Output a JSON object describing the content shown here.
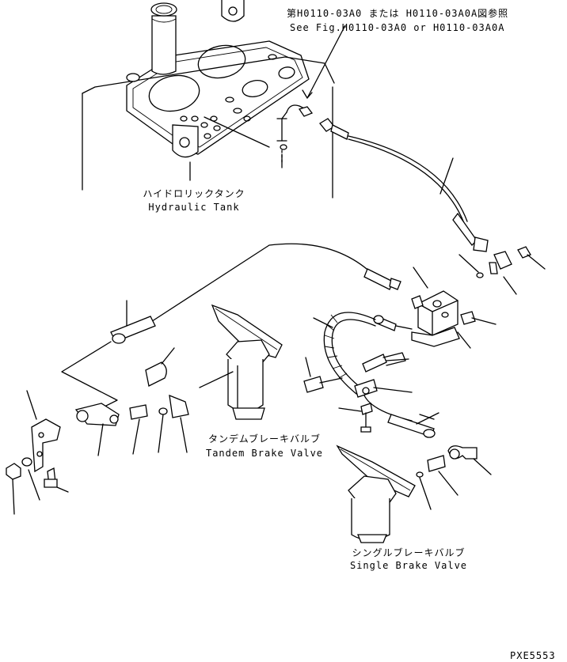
{
  "reference_note": {
    "jp": "第H0110-03A0 または H0110-03A0A図参照",
    "en": "See Fig.H0110-03A0 or H0110-03A0A"
  },
  "labels": {
    "hydraulic_tank": {
      "jp": "ハイドロリックタンク",
      "en": "Hydraulic Tank"
    },
    "tandem_brake_valve": {
      "jp": "タンデムブレーキバルブ",
      "en": "Tandem Brake Valve"
    },
    "single_brake_valve": {
      "jp": "シングルブレーキバルブ",
      "en": "Single Brake Valve"
    }
  },
  "drawing_code": "PXE5553"
}
